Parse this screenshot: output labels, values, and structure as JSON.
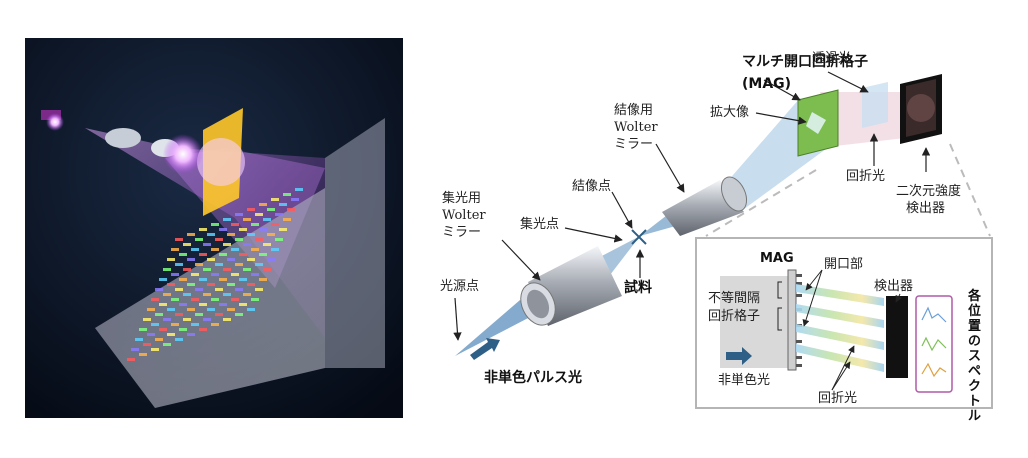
{
  "diagram": {
    "labels": {
      "mag_title_ja": "マルチ開口回折格子",
      "mag_title_abbr": "(MAG)",
      "transmitted_light": "透過光",
      "magnified_image": "拡大像",
      "diffracted_light": "回折光",
      "detector_2d_line1": "二次元強度",
      "detector_2d_line2": "検出器",
      "imaging_mirror_line1": "結像用",
      "imaging_mirror_line2": "Wolter",
      "imaging_mirror_line3": "ミラー",
      "image_point": "結像点",
      "focusing_mirror_line1": "集光用",
      "focusing_mirror_line2": "Wolter",
      "focusing_mirror_line3": "ミラー",
      "focus_point": "集光点",
      "sample": "試料",
      "light_source_point": "光源点",
      "polychromatic_pulse": "非単色パルス光"
    },
    "inset": {
      "mag": "MAG",
      "aperture": "開口部",
      "detector": "検出器",
      "unequal_line1": "不等間隔",
      "unequal_line2": "回折格子",
      "polychromatic": "非単色光",
      "diffracted": "回折光",
      "spectra_vertical": "各位置のスペクトル"
    },
    "colors": {
      "beam": "#7fb0d6",
      "arrow_blue": "#2e5f86",
      "grating_green": "#7dbd4f",
      "detector_black": "#111111",
      "spectrum_frame": "#b05aa7"
    }
  }
}
